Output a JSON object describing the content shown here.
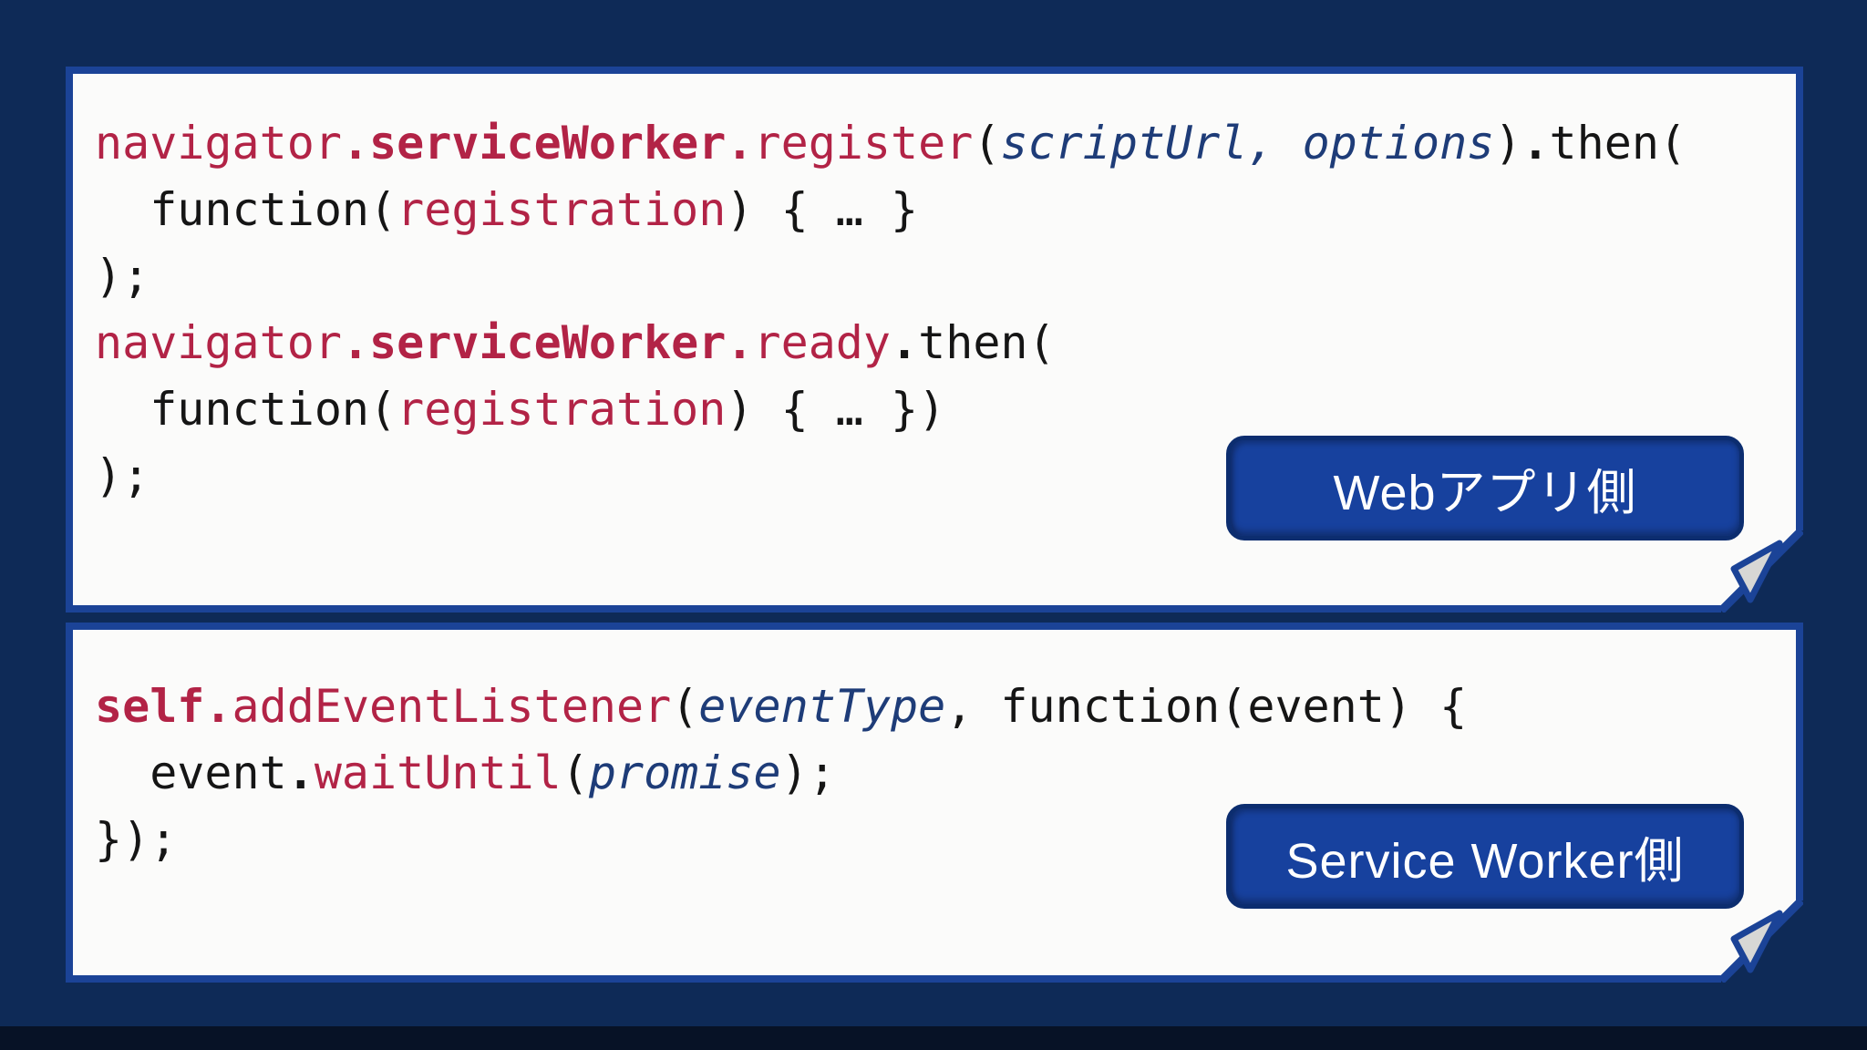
{
  "background": {
    "color": "#0E2A57",
    "bottom_edge_color": "#071226"
  },
  "colors": {
    "panel_border": "#1B4397",
    "paper": "#FBFBFA",
    "code_crimson": "#B22346",
    "code_navy_param": "#1E3C78",
    "code_black": "#151515",
    "badge_fill": "#17419E",
    "badge_border": "#0C2D6F",
    "badge_text": "#FFFFFF",
    "fold_gray": "#D7D7D5"
  },
  "panels": [
    {
      "id": "webapp",
      "badge": {
        "label": "Webアプリ側"
      },
      "code": [
        [
          {
            "text": "navigator",
            "style": "crimson"
          },
          {
            "text": ".",
            "style": "crimson-bold"
          },
          {
            "text": "serviceWorker",
            "style": "crimson-bold"
          },
          {
            "text": ".",
            "style": "crimson-bold"
          },
          {
            "text": "register",
            "style": "crimson"
          },
          {
            "text": "(",
            "style": "black"
          },
          {
            "text": "scriptUrl, options",
            "style": "navy-italic"
          },
          {
            "text": ")",
            "style": "black"
          },
          {
            "text": ".",
            "style": "black-bold"
          },
          {
            "text": "then(",
            "style": "black"
          }
        ],
        [
          {
            "text": "  function(",
            "style": "black"
          },
          {
            "text": "registration",
            "style": "crimson"
          },
          {
            "text": ") { … }",
            "style": "black"
          }
        ],
        [
          {
            "text": ");",
            "style": "black"
          }
        ],
        [
          {
            "text": "navigator",
            "style": "crimson"
          },
          {
            "text": ".",
            "style": "crimson-bold"
          },
          {
            "text": "serviceWorker",
            "style": "crimson-bold"
          },
          {
            "text": ".",
            "style": "crimson-bold"
          },
          {
            "text": "ready",
            "style": "crimson"
          },
          {
            "text": ".",
            "style": "black-bold"
          },
          {
            "text": "then(",
            "style": "black"
          }
        ],
        [
          {
            "text": "  function(",
            "style": "black"
          },
          {
            "text": "registration",
            "style": "crimson"
          },
          {
            "text": ") { … })",
            "style": "black"
          }
        ],
        [
          {
            "text": ");",
            "style": "black"
          }
        ]
      ]
    },
    {
      "id": "serviceworker",
      "badge": {
        "label": "Service Worker側"
      },
      "code": [
        [
          {
            "text": "self",
            "style": "crimson-bold"
          },
          {
            "text": ".",
            "style": "crimson-bold"
          },
          {
            "text": "addEventListener",
            "style": "crimson"
          },
          {
            "text": "(",
            "style": "black"
          },
          {
            "text": "eventType",
            "style": "navy-italic"
          },
          {
            "text": ", function(event) {",
            "style": "black"
          }
        ],
        [
          {
            "text": "  event",
            "style": "black"
          },
          {
            "text": ".",
            "style": "black-bold"
          },
          {
            "text": "waitUntil",
            "style": "crimson"
          },
          {
            "text": "(",
            "style": "black"
          },
          {
            "text": "promise",
            "style": "navy-italic"
          },
          {
            "text": ");",
            "style": "black"
          }
        ],
        [
          {
            "text": "});",
            "style": "black"
          }
        ]
      ]
    }
  ]
}
